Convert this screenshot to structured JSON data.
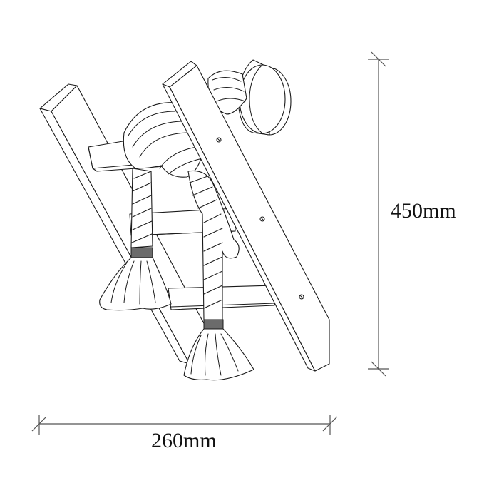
{
  "drawing": {
    "subject": "Ladder wall lamp with rope arms",
    "colors": {
      "background": "#ffffff",
      "line": "#1a1a1a",
      "dimension_line": "#555555",
      "rope_band": "#6b6b6b"
    }
  },
  "dimensions": {
    "height": {
      "label": "450mm",
      "value": 450,
      "unit": "mm",
      "orientation": "vertical"
    },
    "width": {
      "label": "260mm",
      "value": 260,
      "unit": "mm",
      "orientation": "horizontal"
    }
  },
  "parts": {
    "ladder_rails": 2,
    "ladder_rungs": 3,
    "rope_arms": 2,
    "screws_visible": 3,
    "wall_mount": "round canopy"
  }
}
